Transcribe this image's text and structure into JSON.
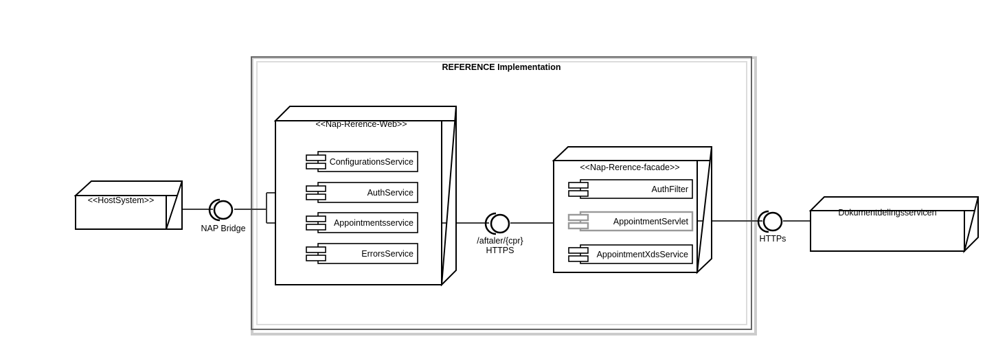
{
  "diagram": {
    "title": "REFERENCE Implementation",
    "type": "uml-component-deployment-diagram"
  },
  "frame": {
    "label": "REFERENCE Implementation",
    "outer_border_color": "#666666",
    "inner_border_color": "#cccccc",
    "fill": "#ffffff"
  },
  "nodes": [
    {
      "id": "host-system",
      "label": "<<HostSystem>>",
      "shape": "3d-node"
    },
    {
      "id": "dokumentdelingsservicen",
      "label": "Dokumentdelingsservicen",
      "shape": "3d-node"
    }
  ],
  "packages": [
    {
      "id": "nap-rerence-web",
      "label": "<<Nap-Rerence-Web>>",
      "shape": "3d-node",
      "components": [
        {
          "id": "configurations-service",
          "label": "ConfigurationsService",
          "highlighted": false
        },
        {
          "id": "auth-service",
          "label": "AuthService",
          "highlighted": false
        },
        {
          "id": "appointments-service",
          "label": "Appointmentsservice",
          "highlighted": false
        },
        {
          "id": "errors-service",
          "label": "ErrorsService",
          "highlighted": false
        }
      ]
    },
    {
      "id": "nap-rerence-facade",
      "label": "<<Nap-Rerence-facade>>",
      "shape": "3d-node",
      "components": [
        {
          "id": "auth-filter",
          "label": "AuthFilter",
          "highlighted": false
        },
        {
          "id": "appointment-servlet",
          "label": "AppointmentServlet",
          "highlighted": true
        },
        {
          "id": "appointment-xds-service",
          "label": "AppointmentXdsService",
          "highlighted": false
        }
      ]
    }
  ],
  "interfaces": [
    {
      "id": "nap-bridge",
      "label": "NAP Bridge",
      "label2": ""
    },
    {
      "id": "aftaler-cpr",
      "label": "/aftaler/{cpr}",
      "label2": "HTTPS"
    },
    {
      "id": "https-right",
      "label": "HTTPs",
      "label2": ""
    }
  ],
  "colors": {
    "stroke": "#000000",
    "highlight_stroke": "#999999",
    "connector": "#3a3a3a",
    "frame_outer": "#666666",
    "frame_inner": "#cccccc"
  }
}
